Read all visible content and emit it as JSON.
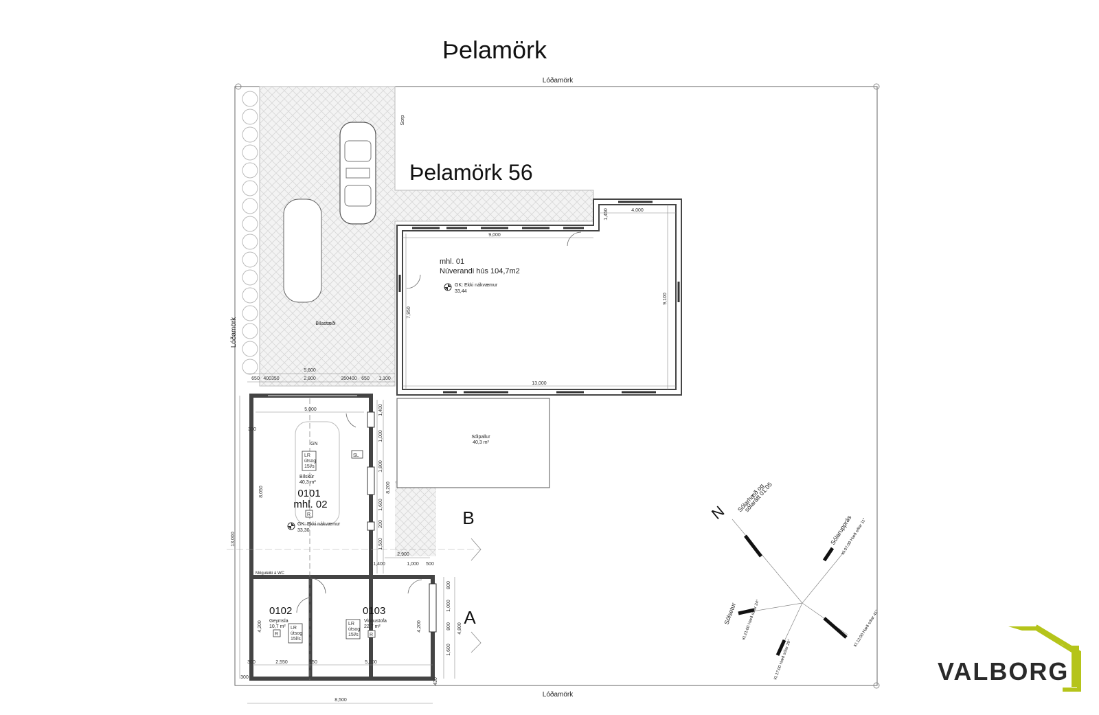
{
  "labels": {
    "street_top": "Þelamörk",
    "address": "Þelamörk 56",
    "lot_top": "Lóðamörk",
    "lot_bottom": "Lóðamörk",
    "lot_left": "Lóðamörk",
    "sorp": "Sorp",
    "parking": "Bílastæði",
    "mhl01_name": "mhl. 01",
    "mhl01_desc": "Núverandi hús 104,7m2",
    "gk_existing": "GK: Ekki nákvæmur",
    "gk_existing_value": "33,44",
    "deck_name": "Sólpallur",
    "deck_area": "40,3 m²",
    "garage_name": "Bílskúr",
    "garage_area": "40,3 m²",
    "garage_no": "0101",
    "garage_mhl": "mhl. 02",
    "gk_new": "GK: Ekki nákvæmur",
    "gk_new_value": "33,30",
    "gn": "GN",
    "lr1_a": "LR",
    "lr1_b": "útsog",
    "lr1_c": "15l/s",
    "lr2_a": "LR",
    "lr2_b": "útsog",
    "lr2_c": "15l/s",
    "lr3_a": "LR",
    "lr3_b": "útsog",
    "lr3_c": "15l/s",
    "sl": "SL",
    "r_mark": "R",
    "wc_note": "Möguleiki á WC",
    "room0102_no": "0102",
    "room0102_name": "Geymsla",
    "room0102_area": "10,7 m²",
    "room0103_no": "0103",
    "room0103_name": "Vinnustofa",
    "room0103_area": "22,7 m²",
    "section_a": "A",
    "section_b": "B",
    "north": "N",
    "sun_title_1": "Sólarhæð og",
    "sun_title_2": "sólarátt 01.05",
    "sunrise": "Sólarupprás",
    "sunrise_detail": "Kl.07:00 Hæð sólar 11°",
    "sunset": "Sólsetur",
    "sunset_detail": "Kl.21:00 Hæð sólar 24°",
    "sun17": "Kl.17:00 Hæð sólar 29°",
    "sun13": "Kl.13:00 Hæð sólar 41°",
    "brand": "VALBORG"
  },
  "dimensions": {
    "d_9000": "9,000",
    "d_4000": "4,000",
    "d_1450": "1,450",
    "d_7950": "7,950",
    "d_9100": "9,100",
    "d_13000_top": "13,000",
    "d_5600": "5,600",
    "d_650a": "650",
    "d_400_350": "400350",
    "d_2800": "2,800",
    "d_350_400": "350400",
    "d_650b": "650",
    "d_1100": "1,100",
    "d_5000": "5,000",
    "d_300a": "300",
    "d_8050": "8,050",
    "d_13000_left": "13,000",
    "d_1400v": "1,400",
    "d_1000v": "1,000",
    "d_1800v": "1,800",
    "d_1600v": "1,600",
    "d_200v": "200",
    "d_1500v": "1,500",
    "d_8200": "8,200",
    "d_2900": "2,900",
    "d_1400h": "1,400",
    "d_1000h": "1,000",
    "d_500": "500",
    "d_4200a": "4,200",
    "d_4200b": "4,200",
    "d_800a": "800",
    "d_1000c": "1,000",
    "d_4800": "4,800",
    "d_800b": "800",
    "d_1600c": "1,600",
    "d_2550": "2,550",
    "d_150": "150",
    "d_5200": "5,200",
    "d_300b": "300",
    "d_300c": "300",
    "d_8500": "8,500",
    "d_430": "430"
  },
  "colors": {
    "brand_green": "#b5c41a",
    "wall": "#444444",
    "paving": "#eeeeee"
  }
}
